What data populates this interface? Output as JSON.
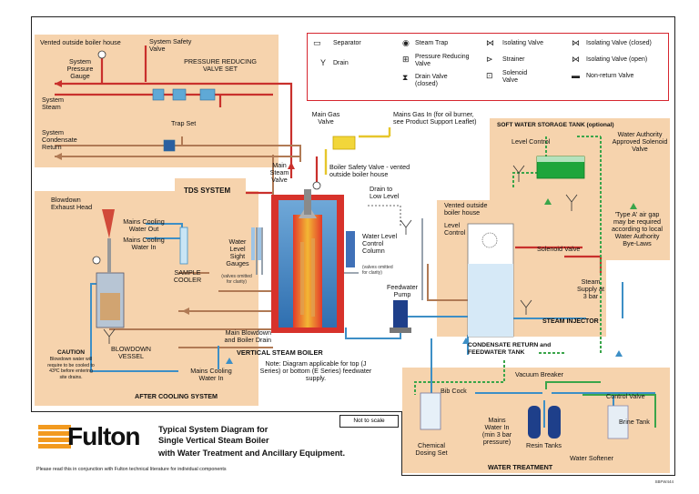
{
  "legend": {
    "items": [
      {
        "label": "Separator",
        "icon": "separator-icon"
      },
      {
        "label": "Steam Trap",
        "icon": "steam-trap-icon"
      },
      {
        "label": "Isolating  Valve",
        "icon": "isolating-valve-icon"
      },
      {
        "label": "Isolating  Valve (closed)",
        "icon": "isolating-valve-closed-icon"
      },
      {
        "label": "Drain",
        "icon": "drain-icon"
      },
      {
        "label": "Pressure Reducing Valve",
        "icon": "pressure-reducing-valve-icon"
      },
      {
        "label": "Strainer",
        "icon": "strainer-icon"
      },
      {
        "label": "Isolating  Valve (open)",
        "icon": "isolating-valve-open-icon"
      },
      {
        "label": "Drain Valve (closed)",
        "icon": "drain-valve-closed-icon"
      },
      {
        "label": "Solenoid Valve",
        "icon": "solenoid-valve-icon"
      },
      {
        "label": "Non-return Valve",
        "icon": "non-return-valve-icon"
      }
    ]
  },
  "labels": {
    "vented_outside": "Vented outside boiler house",
    "system_safety_valve": "System Safety Valve",
    "system_pressure_gauge": "System Pressure Gauge",
    "prv_set": "PRESSURE REDUCING VALVE SET",
    "system_steam": "System Steam",
    "trap_set": "Trap Set",
    "system_condensate_return": "System Condensate Return",
    "main_gas_valve": "Main Gas Valve",
    "mains_gas_in": "Mains Gas In (for oil burner, see Product Support Leaflet)",
    "soft_water_tank": "SOFT WATER STORAGE TANK (optional)",
    "level_control_top": "Level Control",
    "water_authority_valve": "Water Authority Approved Solenoid Valve",
    "main_steam_valve": "Main Steam Valve",
    "boiler_safety_valve": "Boiler Safety Valve - vented outside boiler house",
    "drain_low_level": "Drain to Low Level",
    "tds_system": "TDS SYSTEM",
    "blowdown_exhaust_head": "Blowdown Exhaust Head",
    "mains_cooling_out": "Mains Cooling Water Out",
    "mains_cooling_in": "Mains Cooling Water In",
    "sample_cooler": "SAMPLE COOLER",
    "water_level_sight_gauges": "Water Level Sight Gauges",
    "valves_omitted_1": "(valves omitted for clarity)",
    "water_level_control_column": "Water Level Control Column",
    "valves_omitted_2": "(valves omitted for clarity)",
    "vented_outside_2": "Vented outside boiler house",
    "level_control_right": "Level Control",
    "solenoid_valve": "Solenoid Valve",
    "air_gap_note": "'Type A' air gap may be required according to local Water Authority Bye-Laws",
    "feedwater_pump": "Feedwater Pump",
    "steam_supply": "Steam Supply at 3 bar",
    "steam_injector": "STEAM INJECTOR",
    "condensate_return_tank": "CONDENSATE RETURN and FEEDWATER TANK",
    "main_blowdown": "Main Blowdown and Boiler Drain",
    "vertical_steam_boiler": "VERTICAL STEAM BOILER",
    "boiler_note": "Note: Diagram applicable for top (J Series) or bottom (E Series) feedwater supply.",
    "blowdown_vessel": "BLOWDOWN VESSEL",
    "caution_title": "CAUTION",
    "caution_text": "Blowdown water will require to be cooled to 43ºC before entering site drains.",
    "mains_cooling_in_2": "Mains Cooling Water In",
    "after_cooling_system": "AFTER COOLING SYSTEM",
    "vacuum_breaker": "Vacuum Breaker",
    "control_valve": "Control Valve",
    "brine_tank": "Brine Tank",
    "bib_cock": "Bib Cock",
    "mains_water_in": "Mains Water In (min 3 bar pressure)",
    "resin_tanks": "Resin Tanks",
    "chemical_dosing_set": "Chemical Dosing Set",
    "water_softener": "Water Softener",
    "water_treatment": "WATER TREATMENT"
  },
  "title_block": {
    "logo_text": "Fulton",
    "line1": "Typical System Diagram for",
    "line2": "Single Vertical Steam Boiler",
    "line3": "with Water Treatment and Ancillary Equipment.",
    "not_to_scale": "Not to scale",
    "footer_note": "Please read this in conjunction with Fulton technical literature for individual components",
    "ref": "SBFW444"
  },
  "colors": {
    "zone": "#f6d3ad",
    "steam": "#c9302c",
    "condensate": "#b07a55",
    "cold_water": "#3d8fc6",
    "soft_water": "#3aa54a",
    "gas": "#f2d63a",
    "legend_border": "#d6262f",
    "logo": "#f29a1f"
  }
}
